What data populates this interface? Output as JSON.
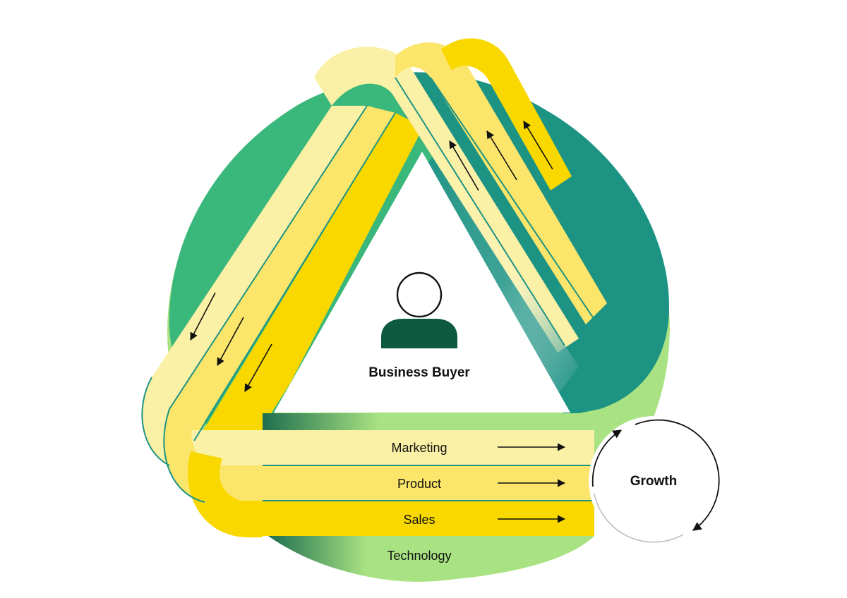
{
  "center": {
    "label": "Business Buyer"
  },
  "bands": [
    {
      "label": "Marketing"
    },
    {
      "label": "Product"
    },
    {
      "label": "Sales"
    }
  ],
  "base": {
    "label": "Technology"
  },
  "cycle": {
    "label": "Growth"
  },
  "colors": {
    "teal_dark": "#1b8f84",
    "green_mid": "#3ab77a",
    "green_light": "#a8e282",
    "yellow_pale": "#fbf1a6",
    "yellow_mid": "#fbe56a",
    "yellow_strong": "#f9d800",
    "person": "#0e5a40"
  }
}
